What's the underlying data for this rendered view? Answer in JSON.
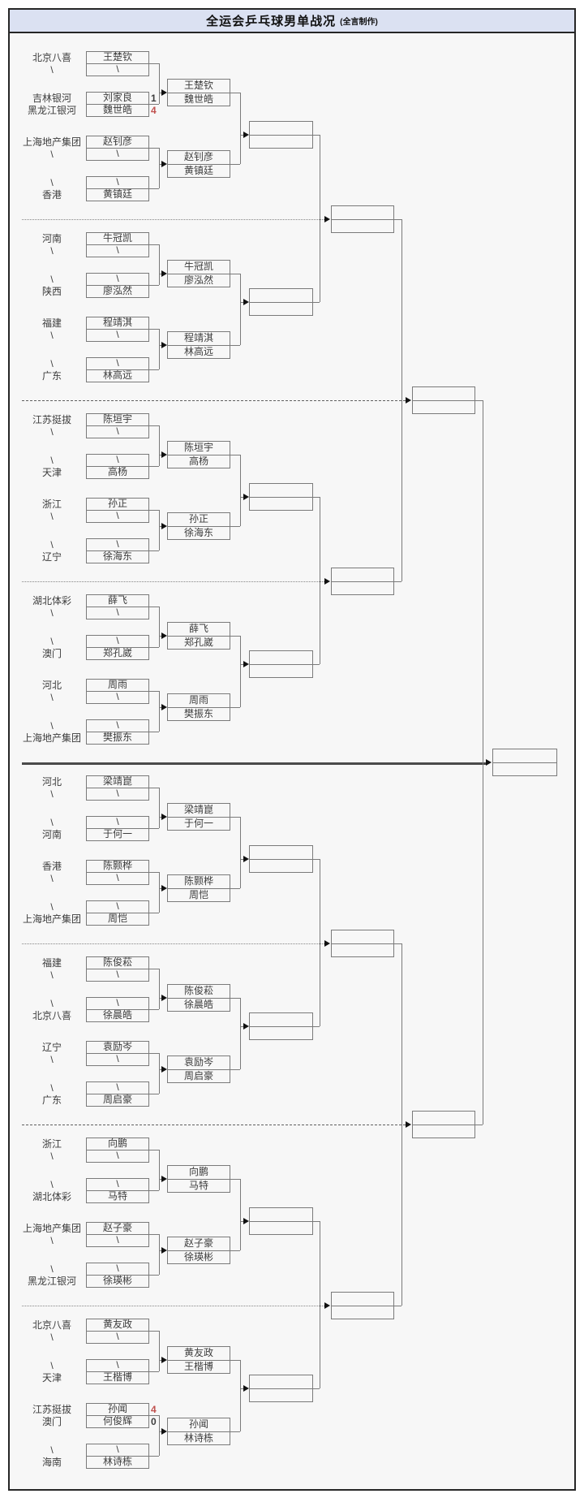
{
  "header": {
    "title": "全运会乒乓球男单战况",
    "note": "(全言制作)"
  },
  "colors": {
    "title_bg": "#dbe1f2",
    "frame_border": "#262626",
    "content_bg": "#f7f7f7",
    "box_border": "#7a7a7a",
    "text": "#3d3d3d",
    "score_win": "#c0504d",
    "score_normal": "#3d3d3d"
  },
  "bracket": {
    "empty_slot": "\\",
    "sections": [
      {
        "matches": [
          [
            {
              "team": "北京八喜",
              "player": "王楚钦"
            },
            {
              "team": "\\",
              "player": "\\"
            }
          ],
          [
            {
              "team": "吉林银河",
              "player": "刘家良",
              "score": "1",
              "win": false
            },
            {
              "team": "黑龙江银河",
              "player": "魏世皓",
              "score": "4",
              "win": true
            }
          ],
          [
            {
              "team": "上海地产集团",
              "player": "赵钊彦"
            },
            {
              "team": "\\",
              "player": "\\"
            }
          ],
          [
            {
              "team": "\\",
              "player": "\\"
            },
            {
              "team": "香港",
              "player": "黄镇廷"
            }
          ]
        ],
        "round2": [
          [
            "王楚钦",
            "魏世皓"
          ],
          [
            "赵钊彦",
            "黄镇廷"
          ]
        ]
      },
      {
        "matches": [
          [
            {
              "team": "河南",
              "player": "牛冠凯"
            },
            {
              "team": "\\",
              "player": "\\"
            }
          ],
          [
            {
              "team": "\\",
              "player": "\\"
            },
            {
              "team": "陕西",
              "player": "廖泓然"
            }
          ],
          [
            {
              "team": "福建",
              "player": "程靖淇"
            },
            {
              "team": "\\",
              "player": "\\"
            }
          ],
          [
            {
              "team": "\\",
              "player": "\\"
            },
            {
              "team": "广东",
              "player": "林高远"
            }
          ]
        ],
        "round2": [
          [
            "牛冠凯",
            "廖泓然"
          ],
          [
            "程靖淇",
            "林高远"
          ]
        ]
      },
      {
        "matches": [
          [
            {
              "team": "江苏挺拔",
              "player": "陈垣宇"
            },
            {
              "team": "\\",
              "player": "\\"
            }
          ],
          [
            {
              "team": "\\",
              "player": "\\"
            },
            {
              "team": "天津",
              "player": "高杨"
            }
          ],
          [
            {
              "team": "浙江",
              "player": "孙正"
            },
            {
              "team": "\\",
              "player": "\\"
            }
          ],
          [
            {
              "team": "\\",
              "player": "\\"
            },
            {
              "team": "辽宁",
              "player": "徐海东"
            }
          ]
        ],
        "round2": [
          [
            "陈垣宇",
            "高杨"
          ],
          [
            "孙正",
            "徐海东"
          ]
        ]
      },
      {
        "matches": [
          [
            {
              "team": "湖北体彩",
              "player": "薛飞"
            },
            {
              "team": "\\",
              "player": "\\"
            }
          ],
          [
            {
              "team": "\\",
              "player": "\\"
            },
            {
              "team": "澳门",
              "player": "郑孔崴"
            }
          ],
          [
            {
              "team": "河北",
              "player": "周雨"
            },
            {
              "team": "\\",
              "player": "\\"
            }
          ],
          [
            {
              "team": "\\",
              "player": "\\"
            },
            {
              "team": "上海地产集团",
              "player": "樊振东"
            }
          ]
        ],
        "round2": [
          [
            "薛飞",
            "郑孔崴"
          ],
          [
            "周雨",
            "樊振东"
          ]
        ]
      },
      {
        "matches": [
          [
            {
              "team": "河北",
              "player": "梁靖崑"
            },
            {
              "team": "\\",
              "player": "\\"
            }
          ],
          [
            {
              "team": "\\",
              "player": "\\"
            },
            {
              "team": "河南",
              "player": "于何一"
            }
          ],
          [
            {
              "team": "香港",
              "player": "陈颢桦"
            },
            {
              "team": "\\",
              "player": "\\"
            }
          ],
          [
            {
              "team": "\\",
              "player": "\\"
            },
            {
              "team": "上海地产集团",
              "player": "周恺"
            }
          ]
        ],
        "round2": [
          [
            "梁靖崑",
            "于何一"
          ],
          [
            "陈颢桦",
            "周恺"
          ]
        ]
      },
      {
        "matches": [
          [
            {
              "team": "福建",
              "player": "陈俊菘"
            },
            {
              "team": "\\",
              "player": "\\"
            }
          ],
          [
            {
              "team": "\\",
              "player": "\\"
            },
            {
              "team": "北京八喜",
              "player": "徐晨皓"
            }
          ],
          [
            {
              "team": "辽宁",
              "player": "袁励岑"
            },
            {
              "team": "\\",
              "player": "\\"
            }
          ],
          [
            {
              "team": "\\",
              "player": "\\"
            },
            {
              "team": "广东",
              "player": "周启豪"
            }
          ]
        ],
        "round2": [
          [
            "陈俊菘",
            "徐晨皓"
          ],
          [
            "袁励岑",
            "周启豪"
          ]
        ]
      },
      {
        "matches": [
          [
            {
              "team": "浙江",
              "player": "向鹏"
            },
            {
              "team": "\\",
              "player": "\\"
            }
          ],
          [
            {
              "team": "\\",
              "player": "\\"
            },
            {
              "team": "湖北体彩",
              "player": "马特"
            }
          ],
          [
            {
              "team": "上海地产集团",
              "player": "赵子豪"
            },
            {
              "team": "\\",
              "player": "\\"
            }
          ],
          [
            {
              "team": "\\",
              "player": "\\"
            },
            {
              "team": "黑龙江银河",
              "player": "徐瑛彬"
            }
          ]
        ],
        "round2": [
          [
            "向鹏",
            "马特"
          ],
          [
            "赵子豪",
            "徐瑛彬"
          ]
        ]
      },
      {
        "matches": [
          [
            {
              "team": "北京八喜",
              "player": "黄友政"
            },
            {
              "team": "\\",
              "player": "\\"
            }
          ],
          [
            {
              "team": "\\",
              "player": "\\"
            },
            {
              "team": "天津",
              "player": "王楷博"
            }
          ],
          [
            {
              "team": "江苏挺拔",
              "player": "孙闻",
              "score": "4",
              "win": true
            },
            {
              "team": "澳门",
              "player": "何俊辉",
              "score": "0",
              "win": false
            }
          ],
          [
            {
              "team": "\\",
              "player": "\\"
            },
            {
              "team": "海南",
              "player": "林诗栋"
            }
          ]
        ],
        "round2": [
          [
            "孙闻",
            "林诗栋"
          ]
        ],
        "round2_full": [
          [
            "黄友政",
            "王楷博"
          ],
          [
            "孙闻",
            "林诗栋"
          ]
        ]
      }
    ],
    "separators": [
      "dotted",
      "dashdot",
      "dotted",
      "solid",
      "dotted",
      "dashdot",
      "dotted"
    ]
  }
}
